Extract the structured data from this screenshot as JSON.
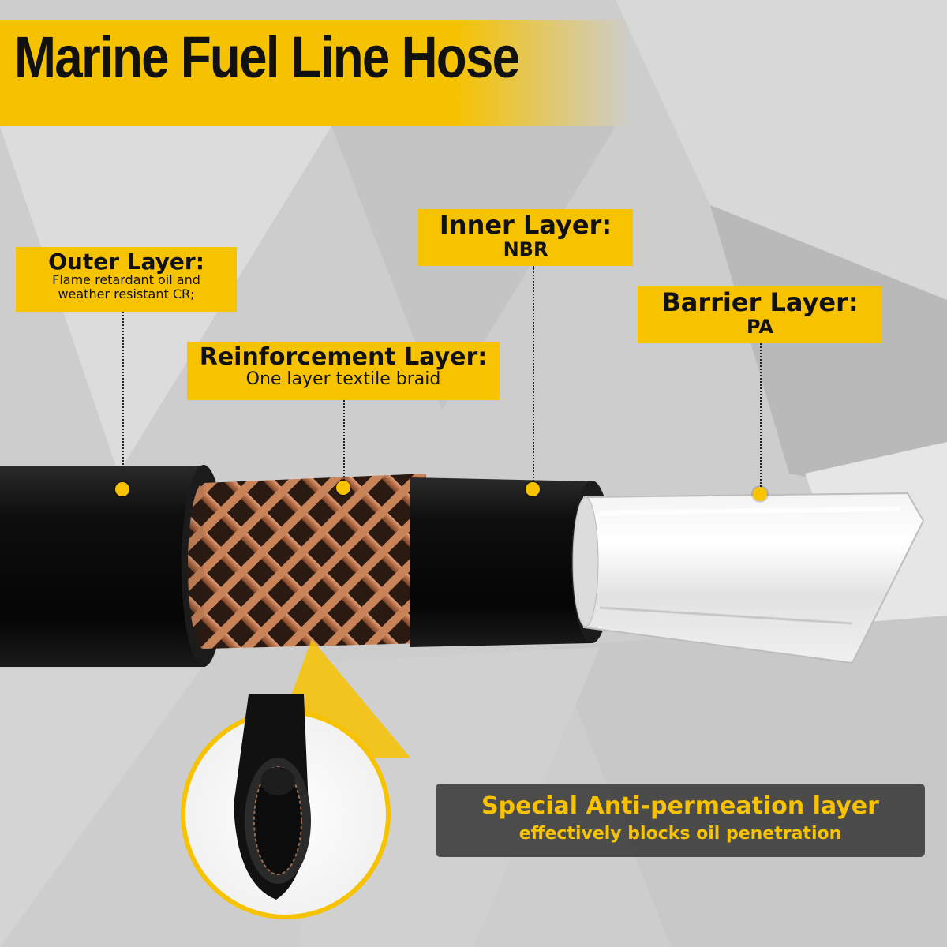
{
  "title": "Marine Fuel Line Hose",
  "callouts": {
    "outer": {
      "label": "Outer Layer:",
      "desc_line1": "Flame retardant oil and",
      "desc_line2": "weather resistant CR;"
    },
    "reinforcement": {
      "label": "Reinforcement Layer:",
      "desc": "One layer textile braid"
    },
    "inner": {
      "label": "Inner Layer:",
      "desc": "NBR"
    },
    "barrier": {
      "label": "Barrier Layer:",
      "desc": "PA"
    }
  },
  "feature": {
    "headline": "Special Anti-permeation layer",
    "subline": "effectively blocks oil penetration"
  },
  "colors": {
    "accent_yellow": "#f7c200",
    "hose_black": "#141414",
    "braid_copper": "#c07850",
    "feature_box": "#444444",
    "background_gray": "#cfcfcf"
  }
}
